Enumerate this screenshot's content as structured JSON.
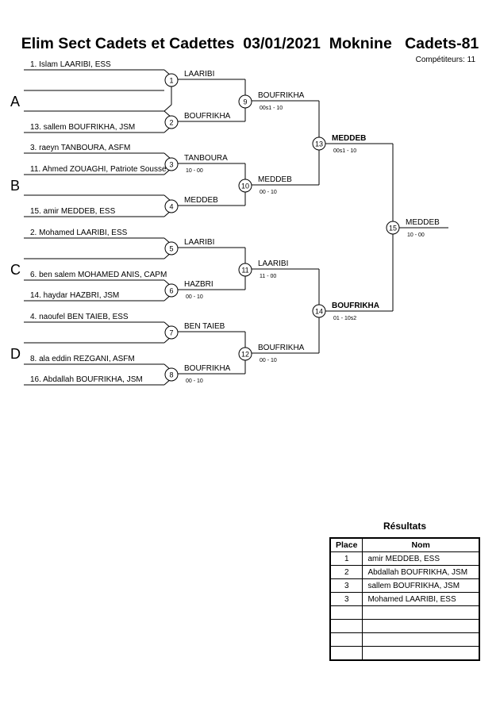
{
  "header": {
    "title": "Elim Sect Cadets et Cadettes  03/01/2021  Moknine   Cadets-81",
    "competitors": "Compétiteurs: 11"
  },
  "pools": [
    "A",
    "B",
    "C",
    "D"
  ],
  "entrants": [
    "1. Islam LAARIBI, ESS",
    "13. sallem BOUFRIKHA, JSM",
    "3. raeyn TANBOURA, ASFM",
    "11. Ahmed ZOUAGHI, Patriote Sousse",
    "15. amir MEDDEB, ESS",
    "2. Mohamed LAARIBI, ESS",
    "6. ben salem MOHAMED ANIS, CAPM",
    "14. haydar HAZBRI, JSM",
    "4. naoufel BEN TAIEB, ESS",
    "8. ala eddin REZGANI, ASFM",
    "16. Abdallah BOUFRIKHA, JSM"
  ],
  "matches": [
    {
      "num": "1",
      "winner": "LAARIBI",
      "score": ""
    },
    {
      "num": "2",
      "winner": "BOUFRIKHA",
      "score": ""
    },
    {
      "num": "3",
      "winner": "TANBOURA",
      "score": "10 - 00"
    },
    {
      "num": "4",
      "winner": "MEDDEB",
      "score": ""
    },
    {
      "num": "5",
      "winner": "LAARIBI",
      "score": ""
    },
    {
      "num": "6",
      "winner": "HAZBRI",
      "score": "00 - 10"
    },
    {
      "num": "7",
      "winner": "BEN TAIEB",
      "score": ""
    },
    {
      "num": "8",
      "winner": "BOUFRIKHA",
      "score": "00 - 10"
    },
    {
      "num": "9",
      "winner": "BOUFRIKHA",
      "score": "00s1 - 10"
    },
    {
      "num": "10",
      "winner": "MEDDEB",
      "score": "00 - 10"
    },
    {
      "num": "11",
      "winner": "LAARIBI",
      "score": "11 - 00"
    },
    {
      "num": "12",
      "winner": "BOUFRIKHA",
      "score": "00 - 10"
    },
    {
      "num": "13",
      "winner": "MEDDEB",
      "score": "00s1 - 10"
    },
    {
      "num": "14",
      "winner": "BOUFRIKHA",
      "score": "01 - 10s2"
    },
    {
      "num": "15",
      "winner": "MEDDEB",
      "score": "10 - 00"
    }
  ],
  "results": {
    "title": "Résultats",
    "headers": [
      "Place",
      "Nom"
    ],
    "rows": [
      {
        "place": "1",
        "name": "amir MEDDEB, ESS"
      },
      {
        "place": "2",
        "name": "Abdallah BOUFRIKHA, JSM"
      },
      {
        "place": "3",
        "name": "sallem BOUFRIKHA, JSM"
      },
      {
        "place": "3",
        "name": "Mohamed LAARIBI, ESS"
      },
      {
        "place": "",
        "name": ""
      },
      {
        "place": "",
        "name": ""
      },
      {
        "place": "",
        "name": ""
      },
      {
        "place": "",
        "name": ""
      }
    ]
  }
}
